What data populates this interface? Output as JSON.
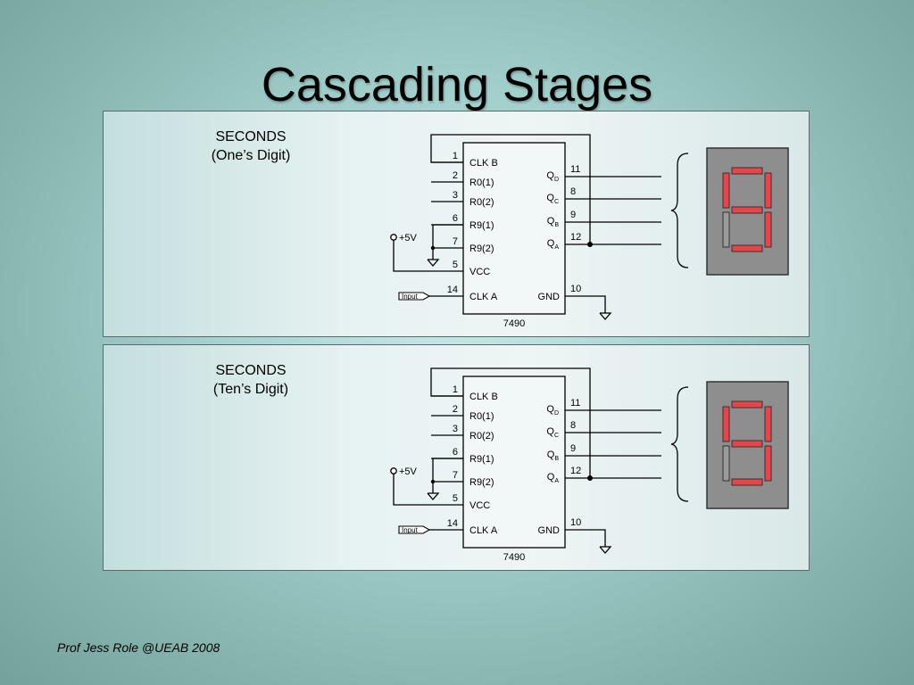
{
  "slide": {
    "title": "Cascading Stages",
    "footer": "Prof Jess Role @UEAB 2008"
  },
  "colors": {
    "segment_on": "#e8454a",
    "segment_off": "#9a9a9a",
    "display_bg": "#8e8e8e"
  },
  "stages": [
    {
      "label_line1": "SECONDS",
      "label_line2": "(One’s Digit)",
      "chip": {
        "part": "7490",
        "left_pins": [
          {
            "num": "1",
            "name": "CLK B"
          },
          {
            "num": "2",
            "name": "R0(1)"
          },
          {
            "num": "3",
            "name": "R0(2)"
          },
          {
            "num": "6",
            "name": "R9(1)"
          },
          {
            "num": "7",
            "name": "R9(2)"
          },
          {
            "num": "5",
            "name": "VCC"
          },
          {
            "num": "14",
            "name": "CLK A"
          }
        ],
        "right_pins": [
          {
            "num": "11",
            "q": "Q",
            "sub": "D"
          },
          {
            "num": "8",
            "q": "Q",
            "sub": "C"
          },
          {
            "num": "9",
            "q": "Q",
            "sub": "B"
          },
          {
            "num": "12",
            "q": "Q",
            "sub": "A"
          }
        ],
        "gnd_pin": {
          "num": "10",
          "name": "GND"
        }
      },
      "supply": "+5V",
      "input_tag": "Input"
    },
    {
      "label_line1": "SECONDS",
      "label_line2": "(Ten’s Digit)",
      "chip": {
        "part": "7490",
        "left_pins": [
          {
            "num": "1",
            "name": "CLK B"
          },
          {
            "num": "2",
            "name": "R0(1)"
          },
          {
            "num": "3",
            "name": "R0(2)"
          },
          {
            "num": "6",
            "name": "R9(1)"
          },
          {
            "num": "7",
            "name": "R9(2)"
          },
          {
            "num": "5",
            "name": "VCC"
          },
          {
            "num": "14",
            "name": "CLK A"
          }
        ],
        "right_pins": [
          {
            "num": "11",
            "q": "Q",
            "sub": "D"
          },
          {
            "num": "8",
            "q": "Q",
            "sub": "C"
          },
          {
            "num": "9",
            "q": "Q",
            "sub": "B"
          },
          {
            "num": "12",
            "q": "Q",
            "sub": "A"
          }
        ],
        "gnd_pin": {
          "num": "10",
          "name": "GND"
        }
      },
      "supply": "+5V",
      "input_tag": "Input"
    }
  ]
}
